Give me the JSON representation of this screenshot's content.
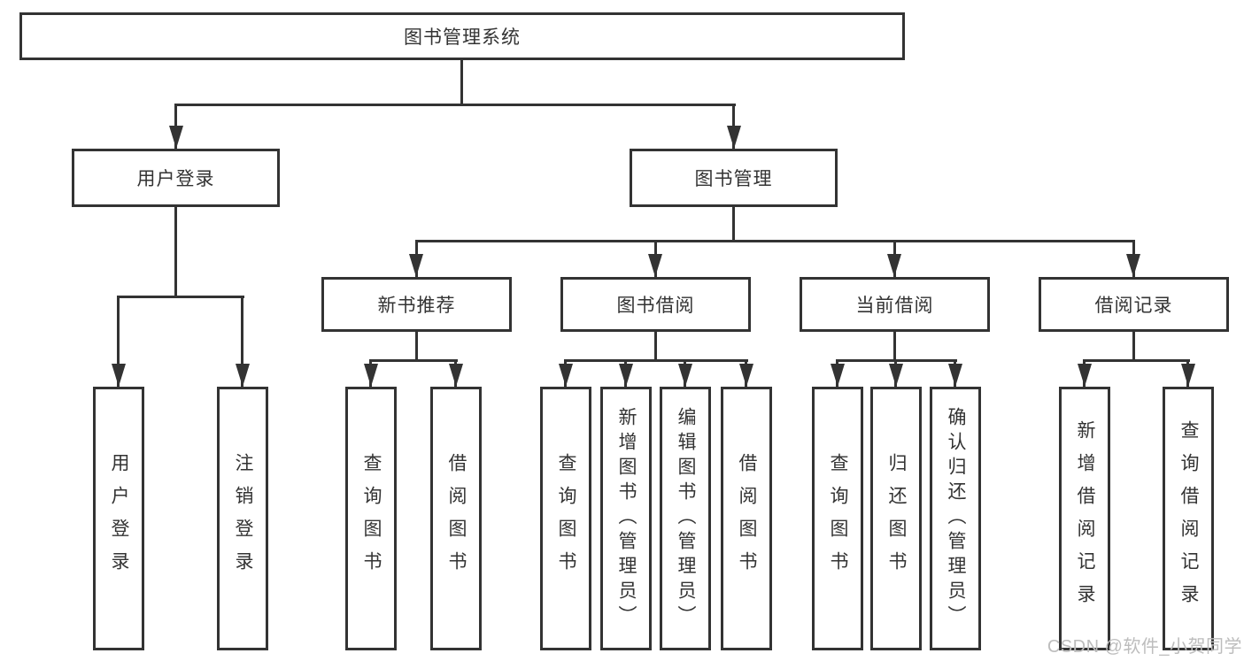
{
  "nodes": {
    "root": "图书管理系统",
    "level2": {
      "user_login": "用户登录",
      "book_management": "图书管理"
    },
    "level3": {
      "new_book_recommend": "新书推荐",
      "book_borrow": "图书借阅",
      "current_borrow": "当前借阅",
      "borrow_records": "借阅记录"
    }
  },
  "leaves": {
    "user_login": [
      "用户登录",
      "注销登录"
    ],
    "new_book_recommend": [
      "查询图书",
      "借阅图书"
    ],
    "book_borrow": [
      "查询图书",
      "新增图书（管理员）",
      "编辑图书（管理员）",
      "借阅图书"
    ],
    "current_borrow": [
      "查询图书",
      "归还图书",
      "确认归还（管理员）"
    ],
    "borrow_records": [
      "新增借阅记录",
      "查询借阅记录"
    ]
  },
  "watermark": "CSDN @软件_小贺同学",
  "colors": {
    "line": "#333333",
    "text": "#333333",
    "background": "#ffffff",
    "watermark": "#bdbdbd"
  }
}
